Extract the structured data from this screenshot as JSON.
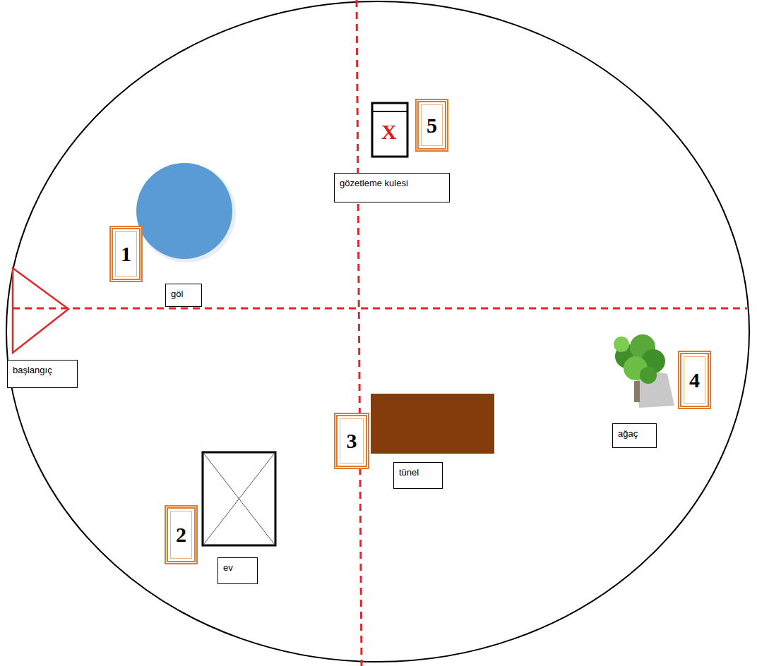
{
  "diagram": {
    "nodes": [
      {
        "text": [
          "5"
        ]
      },
      {
        "text": [
          "gözetleme kulesi"
        ]
      },
      {
        "text": [
          "1"
        ]
      },
      {
        "text": [
          "göl"
        ]
      },
      {
        "text": [
          "başlangıç"
        ]
      },
      {
        "text": [
          "4"
        ]
      },
      {
        "text": [
          "ağaç"
        ]
      },
      {
        "text": [
          "3"
        ]
      },
      {
        "text": [
          "tünel"
        ]
      },
      {
        "text": [
          "2"
        ]
      },
      {
        "text": [
          "ev"
        ]
      }
    ],
    "labels": [
      "X"
    ]
  }
}
